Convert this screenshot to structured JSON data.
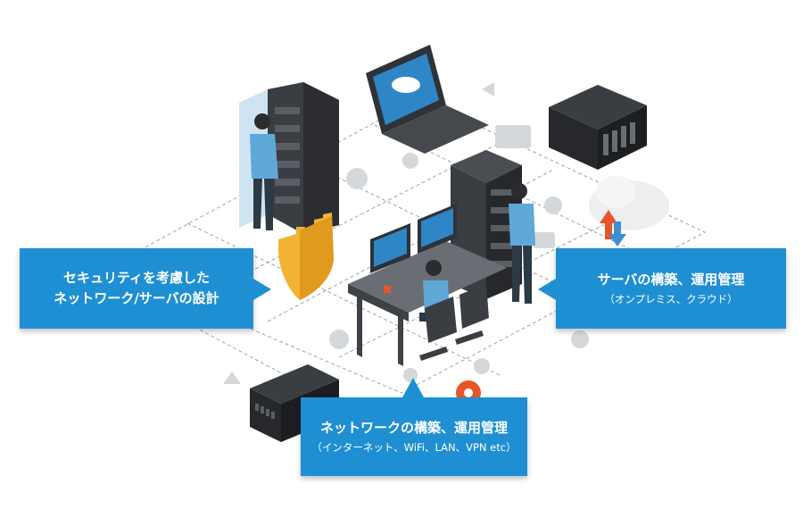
{
  "callouts": {
    "security": {
      "line1": "セキュリティを考慮した",
      "line2": "ネットワーク/サーバの設計"
    },
    "server": {
      "title": "サーバの構築、運用管理",
      "subtitle": "（オンプレミス、クラウド）"
    },
    "network": {
      "title": "ネットワークの構築、運用管理",
      "subtitle": "（インターネット、WiFi、LAN、VPN etc）"
    }
  },
  "colors": {
    "callout_blue": "#1f8fd3",
    "server_dark": "#3a3d42",
    "shirt_blue": "#5fa8d8",
    "shield_gold": "#f2b233",
    "icon_gray": "#d5d8db",
    "gear_orange": "#e8552a"
  }
}
